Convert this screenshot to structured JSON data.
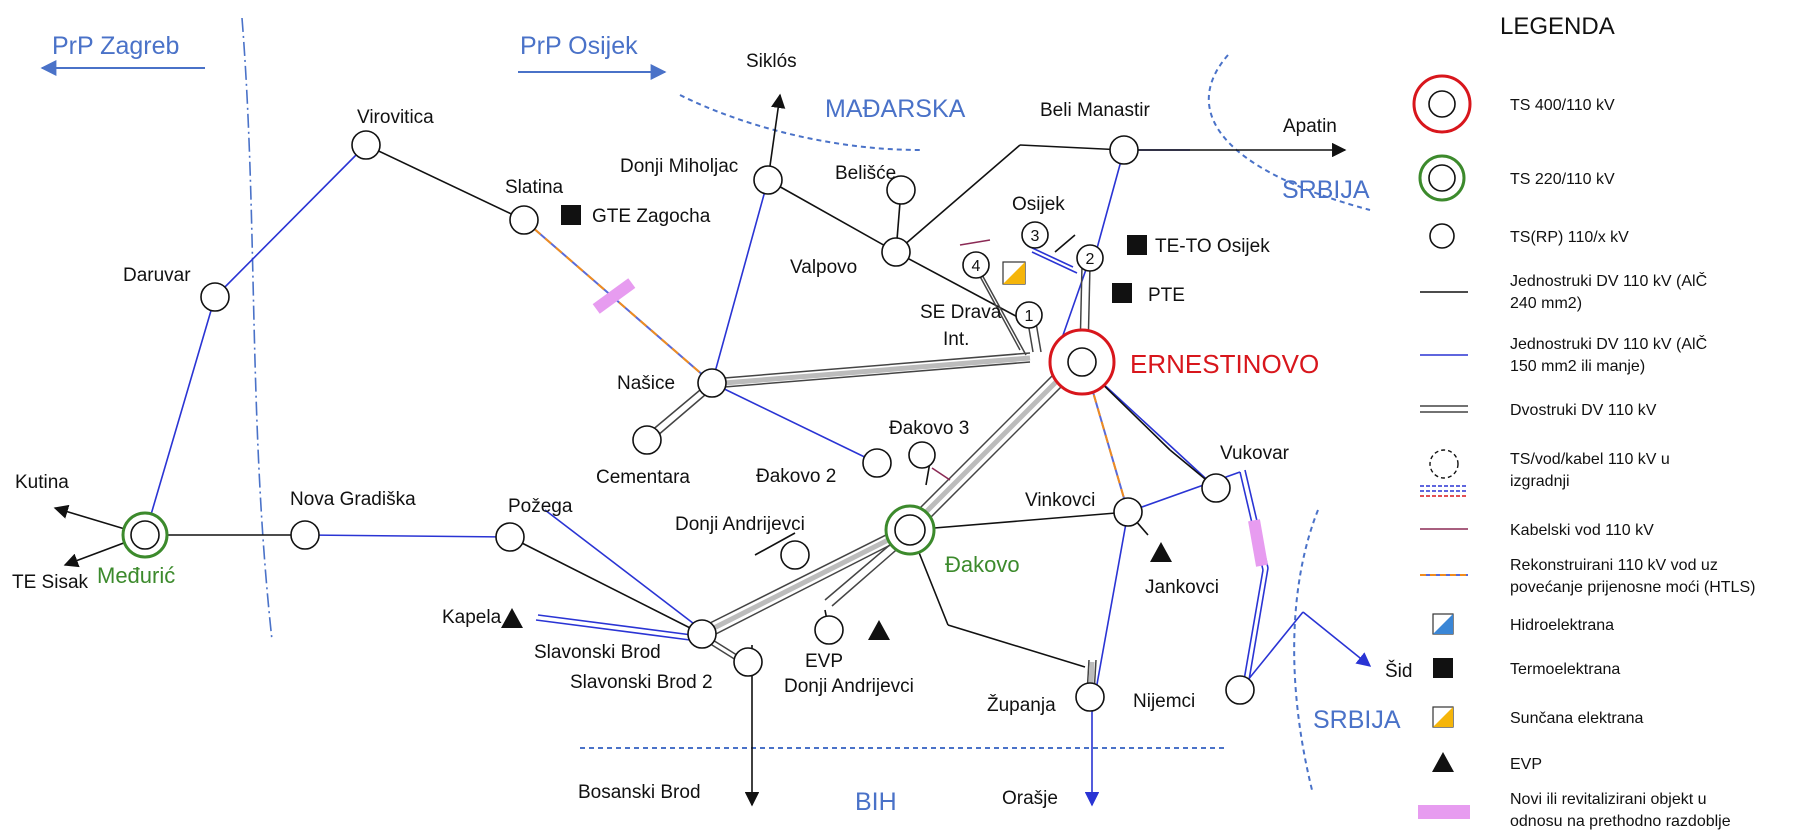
{
  "colors": {
    "line_240": "#111111",
    "line_150": "#2a34d4",
    "double_line": "#444444",
    "cable": "#8b2a55",
    "htls_a": "#f08c1e",
    "htls_b": "#5a6ad8",
    "revitalized": "#e79cf0",
    "ts400": "#d8161c",
    "ts220": "#3c8a2c",
    "region": "#4a72c8"
  },
  "regions": {
    "prp_zagreb": "PrP Zagreb",
    "prp_osijek": "PrP Osijek",
    "madarska": "MAĐARSKA",
    "srbija_top": "SRBIJA",
    "srbija_bottom": "SRBIJA",
    "bih": "BIH"
  },
  "places": {
    "virovitica": "Virovitica",
    "slatina": "Slatina",
    "gte_zagocha": "GTE Zagocha",
    "daruvar": "Daruvar",
    "kutina": "Kutina",
    "te_sisak": "TE Sisak",
    "meduric": "Međurić",
    "nova_gradiska": "Nova Gradiška",
    "pozega": "Požega",
    "siklos": "Siklós",
    "donji_miholjac": "Donji Miholjac",
    "belisce": "Belišće",
    "valpovo": "Valpovo",
    "beli_manastir": "Beli Manastir",
    "apatin": "Apatin",
    "osijek": "Osijek",
    "te_to_osijek": "TE-TO Osijek",
    "pte": "PTE",
    "se_drava_1": "SE Drava",
    "se_drava_2": "Int.",
    "ernestinovo": "ERNESTINOVO",
    "nasice": "Našice",
    "cementara": "Cementara",
    "dakovo2": "Đakovo 2",
    "dakovo3": "Đakovo 3",
    "dakovo": "Đakovo",
    "vinkovci": "Vinkovci",
    "vukovar": "Vukovar",
    "jankovci": "Jankovci",
    "donji_andrijevci": "Donji Andrijevci",
    "evp": "EVP",
    "evp_donji_andrijevci": "Donji Andrijevci",
    "kapela": "Kapela",
    "slavonski_brod": "Slavonski Brod",
    "slavonski_brod2": "Slavonski Brod 2",
    "bosanski_brod": "Bosanski Brod",
    "zupanja": "Županja",
    "orasje": "Orašje",
    "nijemci": "Nijemci",
    "sid": "Šid",
    "osijek_n1": "1",
    "osijek_n2": "2",
    "osijek_n3": "3",
    "osijek_n4": "4"
  },
  "legend": {
    "title": "LEGENDA",
    "items": [
      {
        "l1": "TS 400/110 kV",
        "l2": ""
      },
      {
        "l1": "TS 220/110 kV",
        "l2": ""
      },
      {
        "l1": "TS(RP) 110/x kV",
        "l2": ""
      },
      {
        "l1": "Jednostruki DV 110 kV (AlČ",
        "l2": "240 mm2)"
      },
      {
        "l1": "Jednostruki DV 110 kV (AlČ",
        "l2": "150 mm2 ili manje)"
      },
      {
        "l1": "Dvostruki DV 110 kV",
        "l2": ""
      },
      {
        "l1": "TS/vod/kabel 110 kV u",
        "l2": "izgradnji"
      },
      {
        "l1": "Kabelski vod 110 kV",
        "l2": ""
      },
      {
        "l1": "Rekonstruirani 110 kV vod uz",
        "l2": "povećanje prijenosne moći (HTLS)"
      },
      {
        "l1": "Hidroelektrana",
        "l2": ""
      },
      {
        "l1": "Termoelektrana",
        "l2": ""
      },
      {
        "l1": "Sunčana elektrana",
        "l2": ""
      },
      {
        "l1": "EVP",
        "l2": ""
      },
      {
        "l1": "Novi ili revitalizirani objekt u",
        "l2": "odnosu na prethodno razdoblje"
      }
    ]
  }
}
